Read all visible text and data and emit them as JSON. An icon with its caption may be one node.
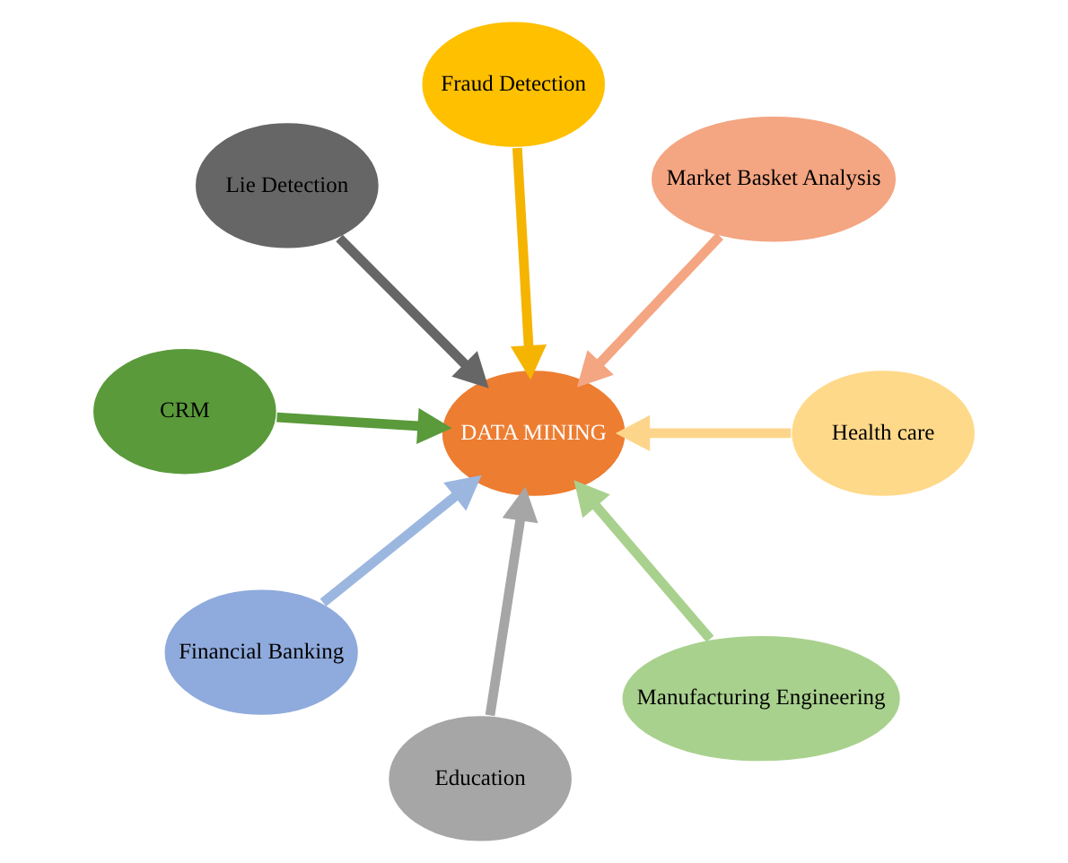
{
  "diagram": {
    "nodes": [
      {
        "text": [
          "DATA MINING"
        ]
      },
      {
        "text": [
          "Health care"
        ]
      },
      {
        "text": [
          "Market Basket Analysis"
        ]
      },
      {
        "text": [
          "Fraud Detection"
        ]
      },
      {
        "text": [
          "Lie Detection"
        ]
      },
      {
        "text": [
          "CRM"
        ]
      },
      {
        "text": [
          "Financial Banking"
        ]
      },
      {
        "text": [
          "Education"
        ]
      },
      {
        "text": [
          "Manufacturing Engineering"
        ]
      }
    ],
    "edges": [
      {
        "from": 1,
        "to": 0,
        "arrow": "to",
        "color": "#fdd58a"
      },
      {
        "from": 2,
        "to": 0,
        "arrow": "to",
        "color": "#f4a582"
      },
      {
        "from": 3,
        "to": 0,
        "arrow": "to",
        "color": "#f5b400"
      },
      {
        "from": 4,
        "to": 0,
        "arrow": "to",
        "color": "#666666"
      },
      {
        "from": 5,
        "to": 0,
        "arrow": "to",
        "color": "#5a9a3a"
      },
      {
        "from": 6,
        "to": 0,
        "arrow": "to",
        "color": "#9bb7e0"
      },
      {
        "from": 7,
        "to": 0,
        "arrow": "to",
        "color": "#a6a6a6"
      },
      {
        "from": 8,
        "to": 0,
        "arrow": "to",
        "color": "#a9d18e"
      }
    ]
  }
}
